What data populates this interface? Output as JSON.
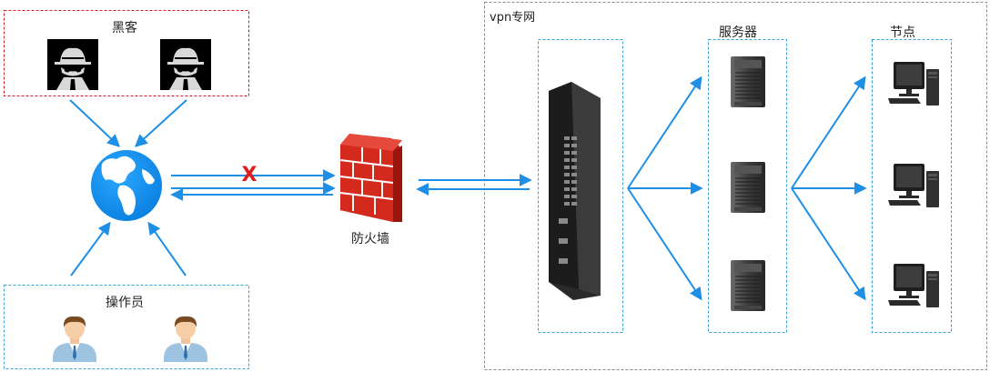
{
  "hackers": {
    "label": "黑客"
  },
  "operators": {
    "label": "操作员"
  },
  "firewall": {
    "label": "防火墙"
  },
  "vpn": {
    "label": "vpn专网"
  },
  "servers": {
    "label": "服务器"
  },
  "nodes": {
    "label": "节点"
  },
  "blocked_mark": "X",
  "colors": {
    "arrow": "#1f8fe6",
    "hacker_box_border": "#cc2222",
    "group_border": "#3aa0d8",
    "vpn_border": "#888888",
    "blocked": "#e01b1b",
    "firewall": "#d42a1e"
  },
  "icons": {
    "hacker": "spy-icon",
    "operator": "user-icon",
    "internet": "globe-icon",
    "firewall": "brick-wall-icon",
    "switch": "network-switch-icon",
    "server": "server-tower-icon",
    "node": "desktop-computer-icon"
  }
}
